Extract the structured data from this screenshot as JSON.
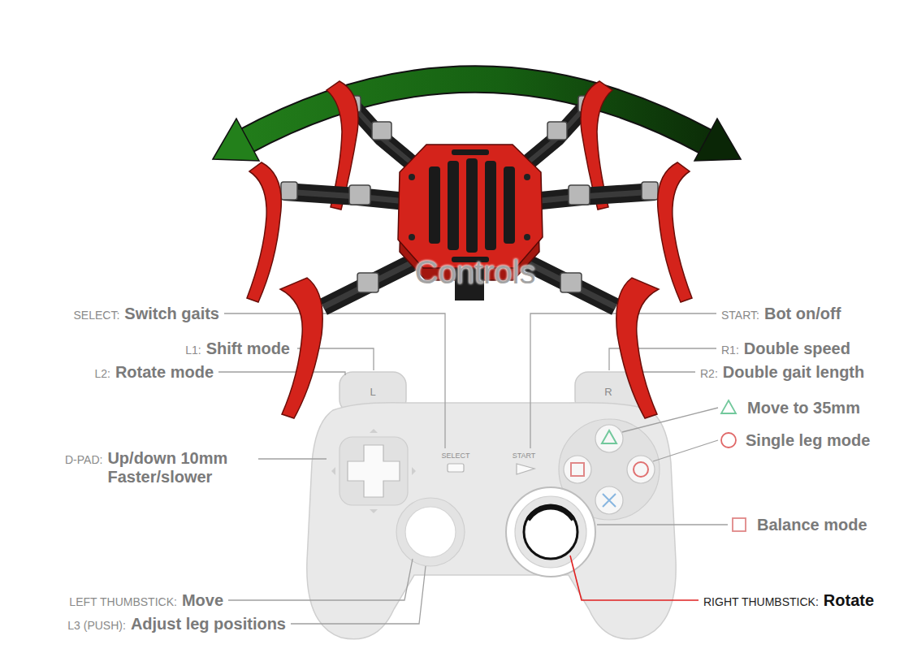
{
  "diagram": {
    "labels": [
      "Controls",
      "SELECT:",
      "Switch gaits",
      "START:",
      "Bot on/off",
      "L1:",
      "Shift mode",
      "R1:",
      "Double speed",
      "L2:",
      "Rotate mode",
      "R2:",
      "Double gait length",
      "L",
      "R",
      "Move to 35mm",
      "Single leg mode",
      "D-PAD:",
      "Up/down 10mm Faster/slower",
      "SELECT",
      "START",
      "Balance mode",
      "LEFT THUMBSTICK:",
      "Move",
      "RIGHT THUMBSTICK:",
      "Rotate",
      "L3 (PUSH):",
      "Adjust leg positions"
    ]
  }
}
